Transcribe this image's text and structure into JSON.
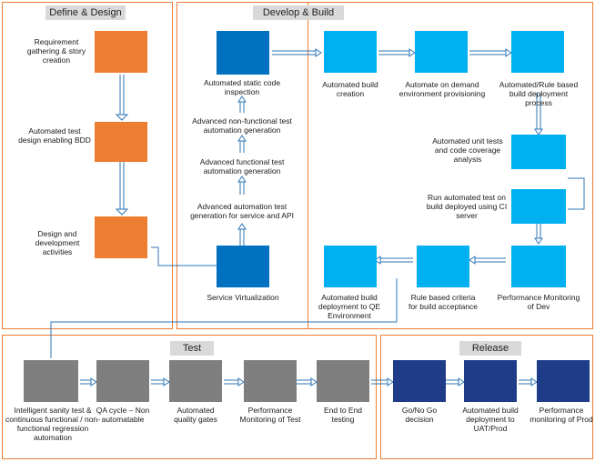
{
  "sections": {
    "define": "Define & Design",
    "develop": "Develop & Build",
    "test": "Test",
    "release": "Release"
  },
  "define_steps": [
    "Requirement gathering & story creation",
    "Automated test design enabling BDD",
    "Design and development activities"
  ],
  "develop_left": [
    "Automated static code inspection",
    "Advanced non-functional test automation generation",
    "Advanced functional test automation generation",
    "Advanced automation test generation for service and API",
    "Service Virtualization"
  ],
  "develop_pipeline": [
    "Automated build creation",
    "Automate on demand environment provisioning",
    "Automated/Rule based build deployment process",
    "Automated unit tests and code coverage analysis",
    "Run automated test on build deployed using CI server",
    "Performance Monitoring of Dev",
    "Rule based criteria for build acceptance",
    "Automated build deployment to QE Environment"
  ],
  "test_steps": [
    "Intelligent sanity test & continuous functional / non-functional regression automation",
    "QA cycle – Non automatable",
    "Automated quality gates",
    "Performance Monitoring of Test",
    "End to End testing"
  ],
  "release_steps": [
    "Go/No Go decision",
    "Automated build deployment to UAT/Prod",
    "Performance monitoring of Prod"
  ],
  "colors": {
    "border": "#ed7d31",
    "define_box": "#ed7d31",
    "develop_box": "#00b0f0",
    "static_box": "#0070c0",
    "test_box": "#7f7f7f",
    "release_box": "#1f3c88",
    "arrow": "#2e75b6"
  }
}
